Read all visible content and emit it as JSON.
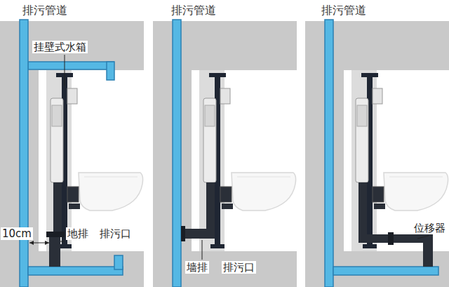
{
  "diagram": {
    "labels": [
      "排污管道",
      "挂壁式水箱",
      "10cm",
      "地排",
      "排污口",
      "排污管道",
      "墙排",
      "排污口",
      "排污管道",
      "位移器"
    ]
  }
}
